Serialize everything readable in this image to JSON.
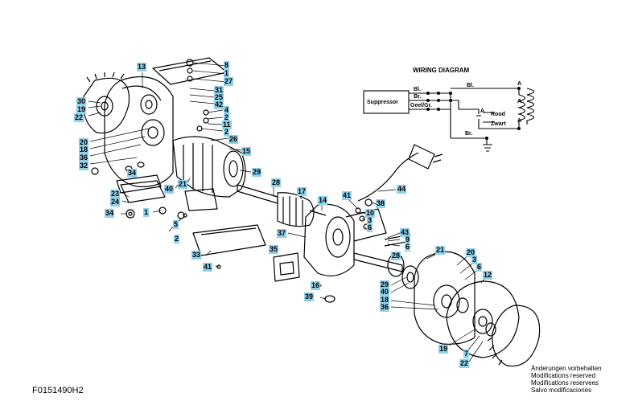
{
  "figure_id": "F0151490H2",
  "notes": [
    "Änderungen vorbehalten",
    "Modifications reserved",
    "Modifications reservees",
    "Salvo modificaciones"
  ],
  "wiring": {
    "title": "WIRING  DIAGRAM",
    "suppressor": "Suppressor",
    "left_labels": [
      "Bl.",
      "Br.",
      "Geel/Gr."
    ],
    "right_bl": "Bl.",
    "bottom_br": "Br.",
    "rood": "Rood",
    "zwart": "Zwart",
    "a": "A"
  },
  "callouts": [
    {
      "text": "13"
    },
    {
      "text": "8"
    },
    {
      "text": "1"
    },
    {
      "text": "27"
    },
    {
      "text": "31"
    },
    {
      "text": "25"
    },
    {
      "text": "42"
    },
    {
      "text": "30"
    },
    {
      "text": "19"
    },
    {
      "text": "22"
    },
    {
      "text": "4"
    },
    {
      "text": "2"
    },
    {
      "text": "11"
    },
    {
      "text": "2"
    },
    {
      "text": "26"
    },
    {
      "text": "15"
    },
    {
      "text": "20"
    },
    {
      "text": "18"
    },
    {
      "text": "36"
    },
    {
      "text": "32"
    },
    {
      "text": "29"
    },
    {
      "text": "34"
    },
    {
      "text": "40"
    },
    {
      "text": "21"
    },
    {
      "text": "23"
    },
    {
      "text": "24"
    },
    {
      "text": "34"
    },
    {
      "text": "1"
    },
    {
      "text": "5"
    },
    {
      "text": "2"
    },
    {
      "text": "28"
    },
    {
      "text": "17"
    },
    {
      "text": "14"
    },
    {
      "text": "41"
    },
    {
      "text": "44"
    },
    {
      "text": "38"
    },
    {
      "text": "10"
    },
    {
      "text": "3"
    },
    {
      "text": "6"
    },
    {
      "text": "43"
    },
    {
      "text": "9"
    },
    {
      "text": "6"
    },
    {
      "text": "37"
    },
    {
      "text": "33"
    },
    {
      "text": "41"
    },
    {
      "text": "35"
    },
    {
      "text": "21"
    },
    {
      "text": "20"
    },
    {
      "text": "3"
    },
    {
      "text": "6"
    },
    {
      "text": "12"
    },
    {
      "text": "28"
    },
    {
      "text": "16"
    },
    {
      "text": "39"
    },
    {
      "text": "29"
    },
    {
      "text": "40"
    },
    {
      "text": "18"
    },
    {
      "text": "36"
    },
    {
      "text": "19"
    },
    {
      "text": "7"
    },
    {
      "text": "22"
    }
  ]
}
